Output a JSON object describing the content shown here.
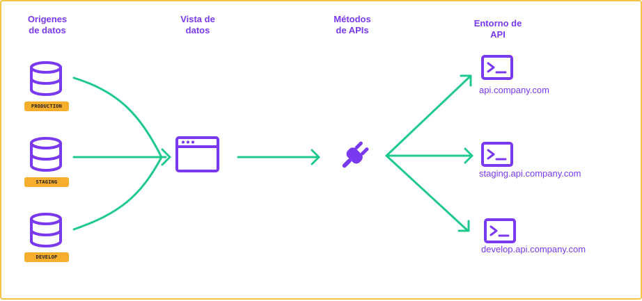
{
  "columns": {
    "sources": "Origenes\nde datos",
    "view": "Vista de\ndatos",
    "methods": "Métodos\nde APIs",
    "env": "Entorno de\nAPI"
  },
  "sources": [
    {
      "badge": "PRODUCTION",
      "icon": "database-icon"
    },
    {
      "badge": "STAGING",
      "icon": "database-icon"
    },
    {
      "badge": "DEVELOP",
      "icon": "database-icon"
    }
  ],
  "view": {
    "icon": "browser-window-icon"
  },
  "methods": {
    "icon": "plug-icon"
  },
  "environments": [
    {
      "url": "api.company.com",
      "icon": "terminal-icon"
    },
    {
      "url": "staging.api.company.com",
      "icon": "terminal-icon"
    },
    {
      "url": "develop.api.company.com",
      "icon": "terminal-icon"
    }
  ],
  "colors": {
    "accent": "#7a38ef",
    "arrow": "#1ec98b",
    "badge": "#f6ae2d",
    "frame": "#f4c542"
  }
}
